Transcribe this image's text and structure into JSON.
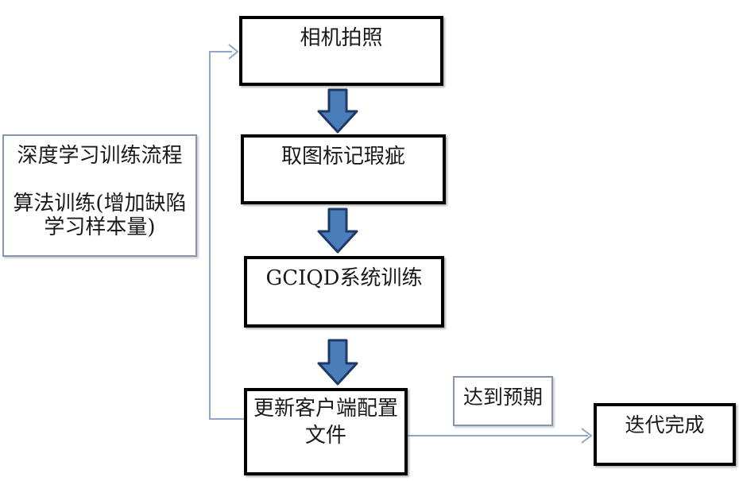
{
  "note_box": {
    "lines": [
      "深度学习训练流程",
      "",
      "算法训练(增加缺陷",
      "学习样本量)"
    ]
  },
  "nodes": {
    "camera": {
      "label": "相机拍照"
    },
    "mark_defects": {
      "label": "取图标记瑕疵"
    },
    "system_training": {
      "label": "GCIQD系统训练"
    },
    "update_config": {
      "line1": "更新客户端配置",
      "line2": "文件"
    },
    "expectation_label": {
      "label": "达到预期"
    },
    "iteration_done": {
      "label": "迭代完成"
    }
  },
  "colors": {
    "block_arrow_fill": "#4a7ebb",
    "block_arrow_stroke": "#1f3864",
    "connector_line": "#8ea6c8",
    "strong_box_border": "#000000",
    "light_box_border": "#8496b0",
    "background": "#ffffff",
    "text": "#1a1a1a"
  }
}
